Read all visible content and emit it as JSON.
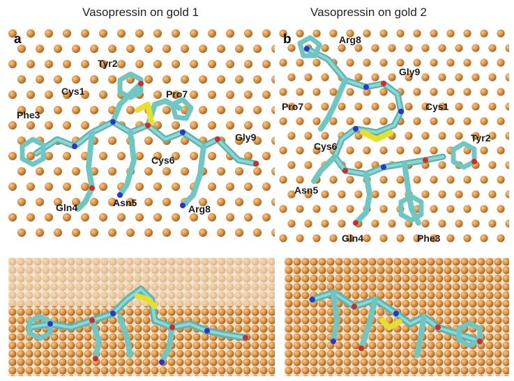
{
  "titles": {
    "left": "Vasopressin on gold 1",
    "right": "Vasopressin on gold 2"
  },
  "panel_letters": {
    "a": "a",
    "b": "b"
  },
  "labels_a": {
    "tyr2": "Tyr2",
    "cys1": "Cys1",
    "pro7": "Pro7",
    "phe3": "Phe3",
    "gly9": "Gly9",
    "cys6": "Cys6",
    "gln4": "Gln4",
    "asn5": "Asn5",
    "arg8": "Arg8"
  },
  "labels_b": {
    "arg8": "Arg8",
    "gly9": "Gly9",
    "pro7": "Pro7",
    "cys1": "Cys1",
    "cys6": "Cys6",
    "tyr2": "Tyr2",
    "asn5": "Asn5",
    "gln4": "Gln4",
    "phe3": "Phe3"
  },
  "colors": {
    "gold": "#d9913f",
    "gold_light": "#f0b870",
    "carbon": "#6fc7c4",
    "nitrogen": "#2b36c9",
    "oxygen": "#d62a2a",
    "sulfur": "#e8df2a",
    "hydrogen": "#f2f2f2"
  }
}
